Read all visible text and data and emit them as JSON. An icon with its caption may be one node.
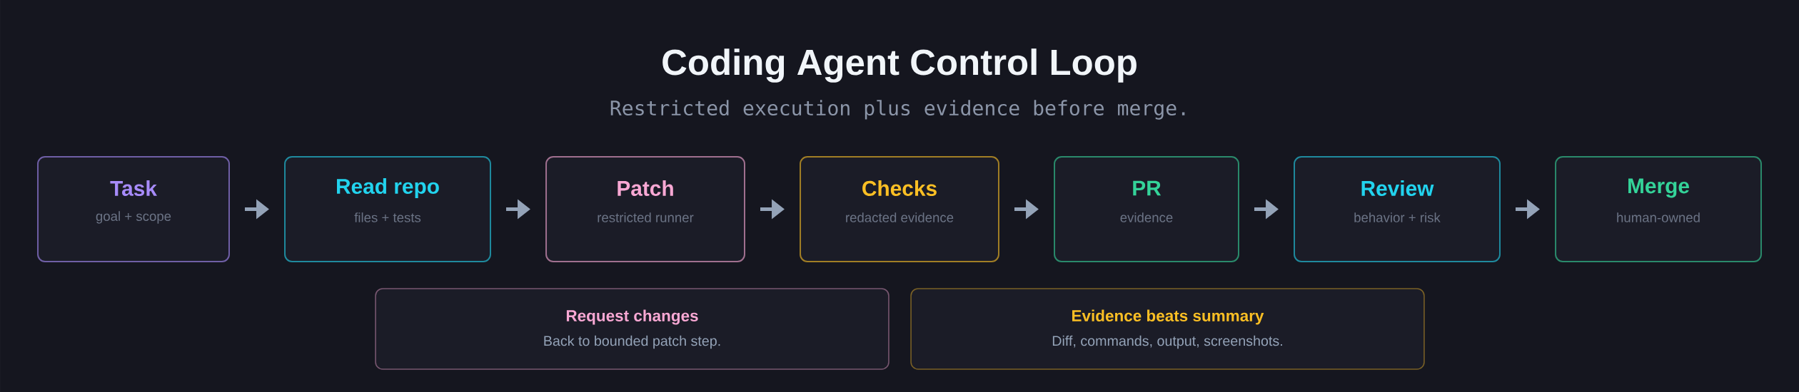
{
  "diagram": {
    "title": "Coding Agent Control Loop",
    "nodes": [
      {
        "text": [
          "Task",
          "goal + scope"
        ]
      },
      {
        "text": [
          "Read repo",
          "files + tests"
        ]
      },
      {
        "text": [
          "Patch",
          "restricted runner"
        ]
      },
      {
        "text": [
          "Checks",
          "redacted evidence"
        ]
      },
      {
        "text": [
          "PR",
          "evidence"
        ]
      },
      {
        "text": [
          "Review",
          "behavior + risk"
        ]
      },
      {
        "text": [
          "Merge",
          "human-owned"
        ]
      },
      {
        "text": [
          "Request changes",
          "Back to bounded patch step."
        ]
      },
      {
        "text": [
          "Evidence beats summary",
          "Diff, commands, output, screenshots."
        ]
      }
    ],
    "edges": [
      {
        "from": 0,
        "to": 1,
        "arrow": "to"
      },
      {
        "from": 1,
        "to": 2,
        "arrow": "to"
      },
      {
        "from": 2,
        "to": 3,
        "arrow": "to"
      },
      {
        "from": 3,
        "to": 4,
        "arrow": "to"
      },
      {
        "from": 4,
        "to": 5,
        "arrow": "to"
      },
      {
        "from": 5,
        "to": 6,
        "arrow": "to"
      }
    ],
    "labels": [
      "Restricted execution plus evidence before merge."
    ]
  }
}
